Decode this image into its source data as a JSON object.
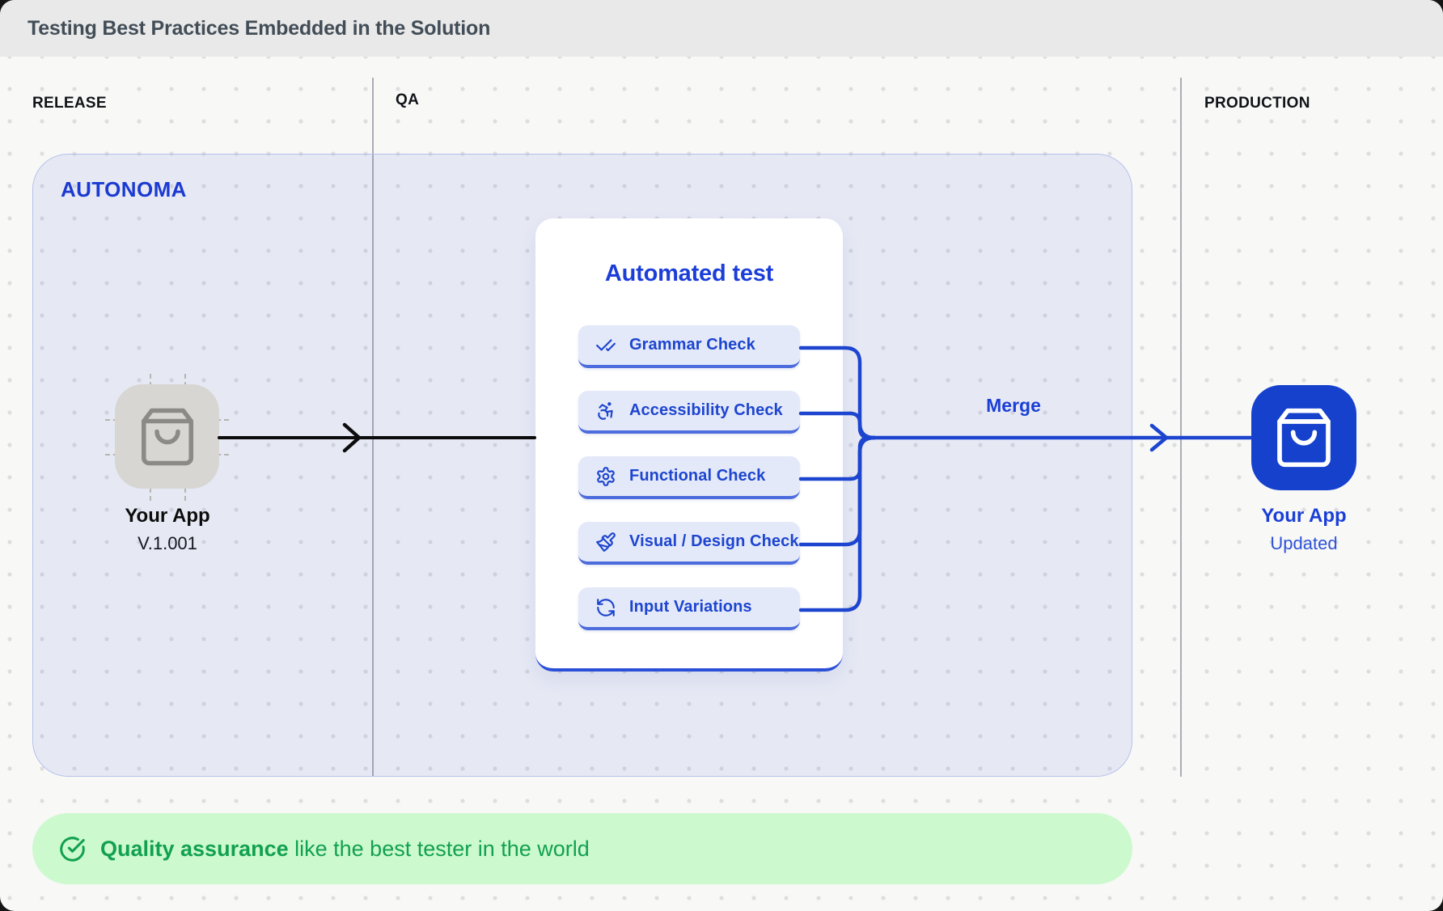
{
  "header": {
    "title": "Testing Best Practices Embedded in the Solution"
  },
  "columns": {
    "release": "RELEASE",
    "qa": "QA",
    "production": "PRODUCTION"
  },
  "autonoma": {
    "label": "AUTONOMA"
  },
  "release_app": {
    "name": "Your App",
    "version": "V.1.001"
  },
  "automated_test": {
    "title": "Automated test",
    "checks": [
      {
        "icon": "check-check-icon",
        "label": "Grammar Check"
      },
      {
        "icon": "accessibility-icon",
        "label": "Accessibility Check"
      },
      {
        "icon": "gear-icon",
        "label": "Functional Check"
      },
      {
        "icon": "paintbrush-icon",
        "label": "Visual / Design Check"
      },
      {
        "icon": "refresh-icon",
        "label": "Input Variations"
      }
    ]
  },
  "merge": {
    "label": "Merge"
  },
  "production_app": {
    "name": "Your App",
    "status": "Updated"
  },
  "banner": {
    "icon": "check-circle-icon",
    "bold": "Quality assurance",
    "rest": " like the best tester in the world"
  },
  "colors": {
    "accent_blue": "#1d45cf",
    "deep_blue_icon_bg": "#1541cd",
    "lavender_panel": "#e7eaf8",
    "pill_bg": "#e4e9f9",
    "green_text": "#12a150",
    "green_banner_bg": "#cdf9ce",
    "header_bg": "#e9e9e9",
    "title_slate": "#424d57",
    "release_icon_gray": "#d7d6d3"
  }
}
